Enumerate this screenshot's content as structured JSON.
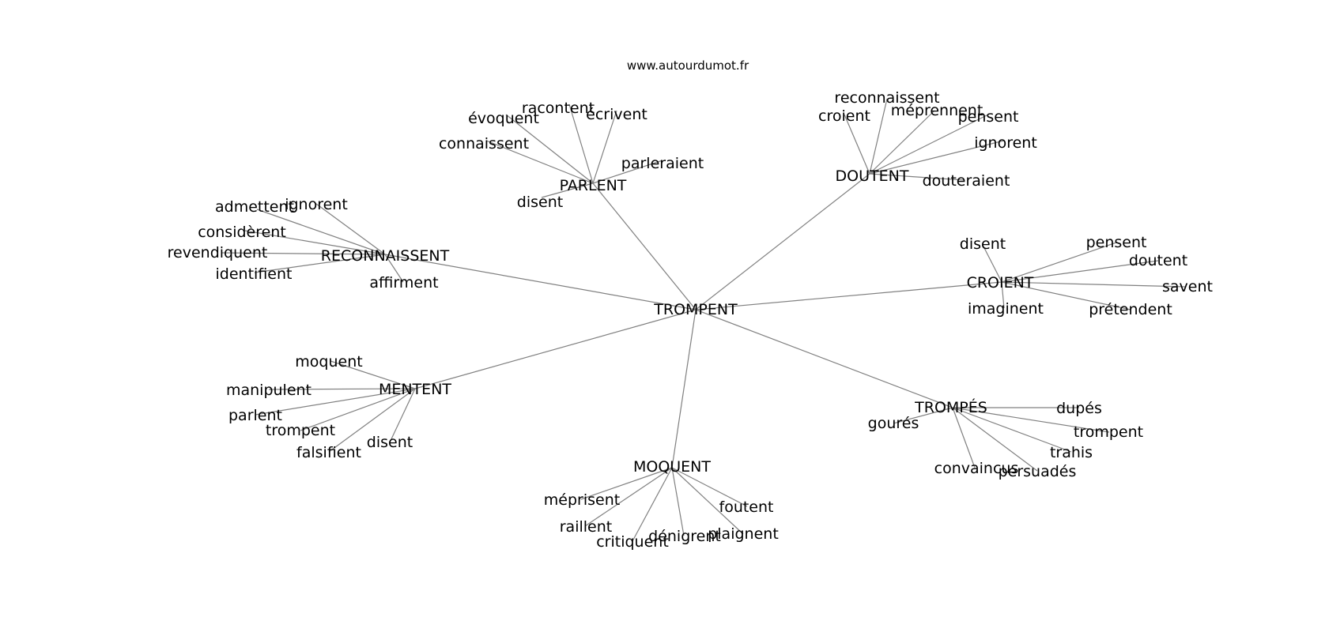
{
  "source": "www.autourdumot.fr",
  "center": "TROMPENT",
  "hubs": [
    {
      "id": "parlent",
      "word": "PARLENT",
      "leaves": [
        "racontent",
        "évoquent",
        "écrivent",
        "connaissent",
        "parleraient",
        "disent"
      ]
    },
    {
      "id": "doutent",
      "word": "DOUTENT",
      "leaves": [
        "reconnaissent",
        "croient",
        "méprennent",
        "pensent",
        "ignorent",
        "douteraient"
      ]
    },
    {
      "id": "reconnaissent",
      "word": "RECONNAISSENT",
      "leaves": [
        "admettent",
        "ignorent",
        "considèrent",
        "revendiquent",
        "identifient",
        "affirment"
      ]
    },
    {
      "id": "croient",
      "word": "CROIENT",
      "leaves": [
        "disent",
        "pensent",
        "doutent",
        "savent",
        "imaginent",
        "prétendent"
      ]
    },
    {
      "id": "mentent",
      "word": "MENTENT",
      "leaves": [
        "moquent",
        "manipulent",
        "parlent",
        "trompent",
        "falsifient",
        "disent"
      ]
    },
    {
      "id": "trompes",
      "word": "TROMPÉS",
      "leaves": [
        "dupés",
        "gourés",
        "trompent",
        "trahis",
        "convaincus",
        "persuadés"
      ]
    },
    {
      "id": "moquent",
      "word": "MOQUENT",
      "leaves": [
        "méprisent",
        "foutent",
        "raillent",
        "plaignent",
        "dénigrent",
        "critiquent"
      ]
    }
  ]
}
